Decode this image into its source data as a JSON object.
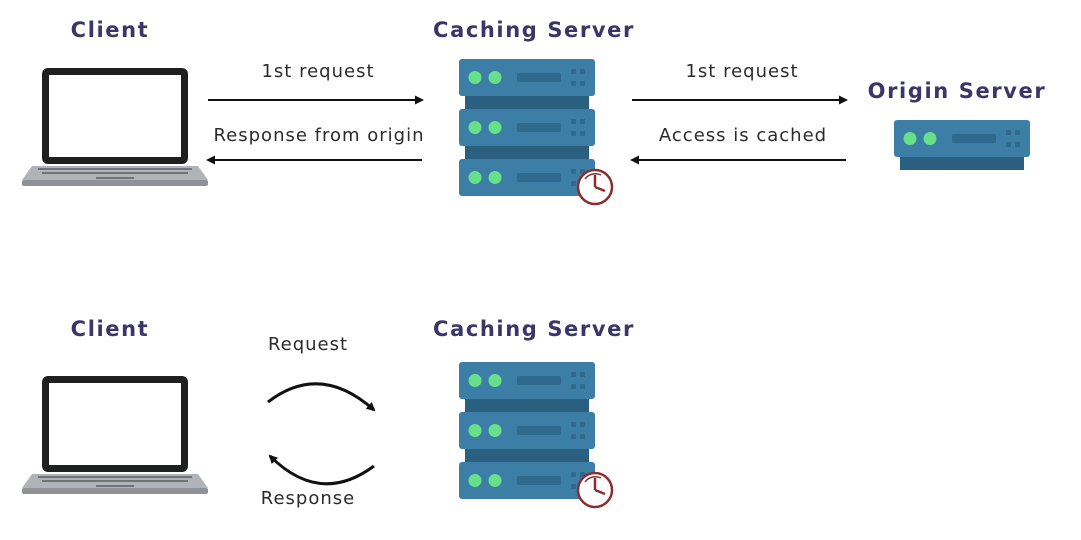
{
  "diagram": {
    "top": {
      "client_title": "Client",
      "caching_title": "Caching Server",
      "origin_title": "Origin Server",
      "request_to_cache": "1st request",
      "response_to_client": "Response from origin",
      "request_to_origin": "1st request",
      "access_cached": "Access is cached"
    },
    "bottom": {
      "client_title": "Client",
      "caching_title": "Caching Server",
      "request_label": "Request",
      "response_label": "Response"
    }
  },
  "colors": {
    "title": "#3a3768",
    "server_blue": "#3d7ea6",
    "server_dark": "#2b5f80",
    "led_green": "#67e08a",
    "laptop_frame": "#1f1f1f",
    "laptop_base": "#b0b4b8",
    "clock_badge": "#8a2e2e"
  },
  "icons": [
    "laptop-icon",
    "server-rack-icon",
    "clock-icon",
    "origin-server-icon"
  ]
}
